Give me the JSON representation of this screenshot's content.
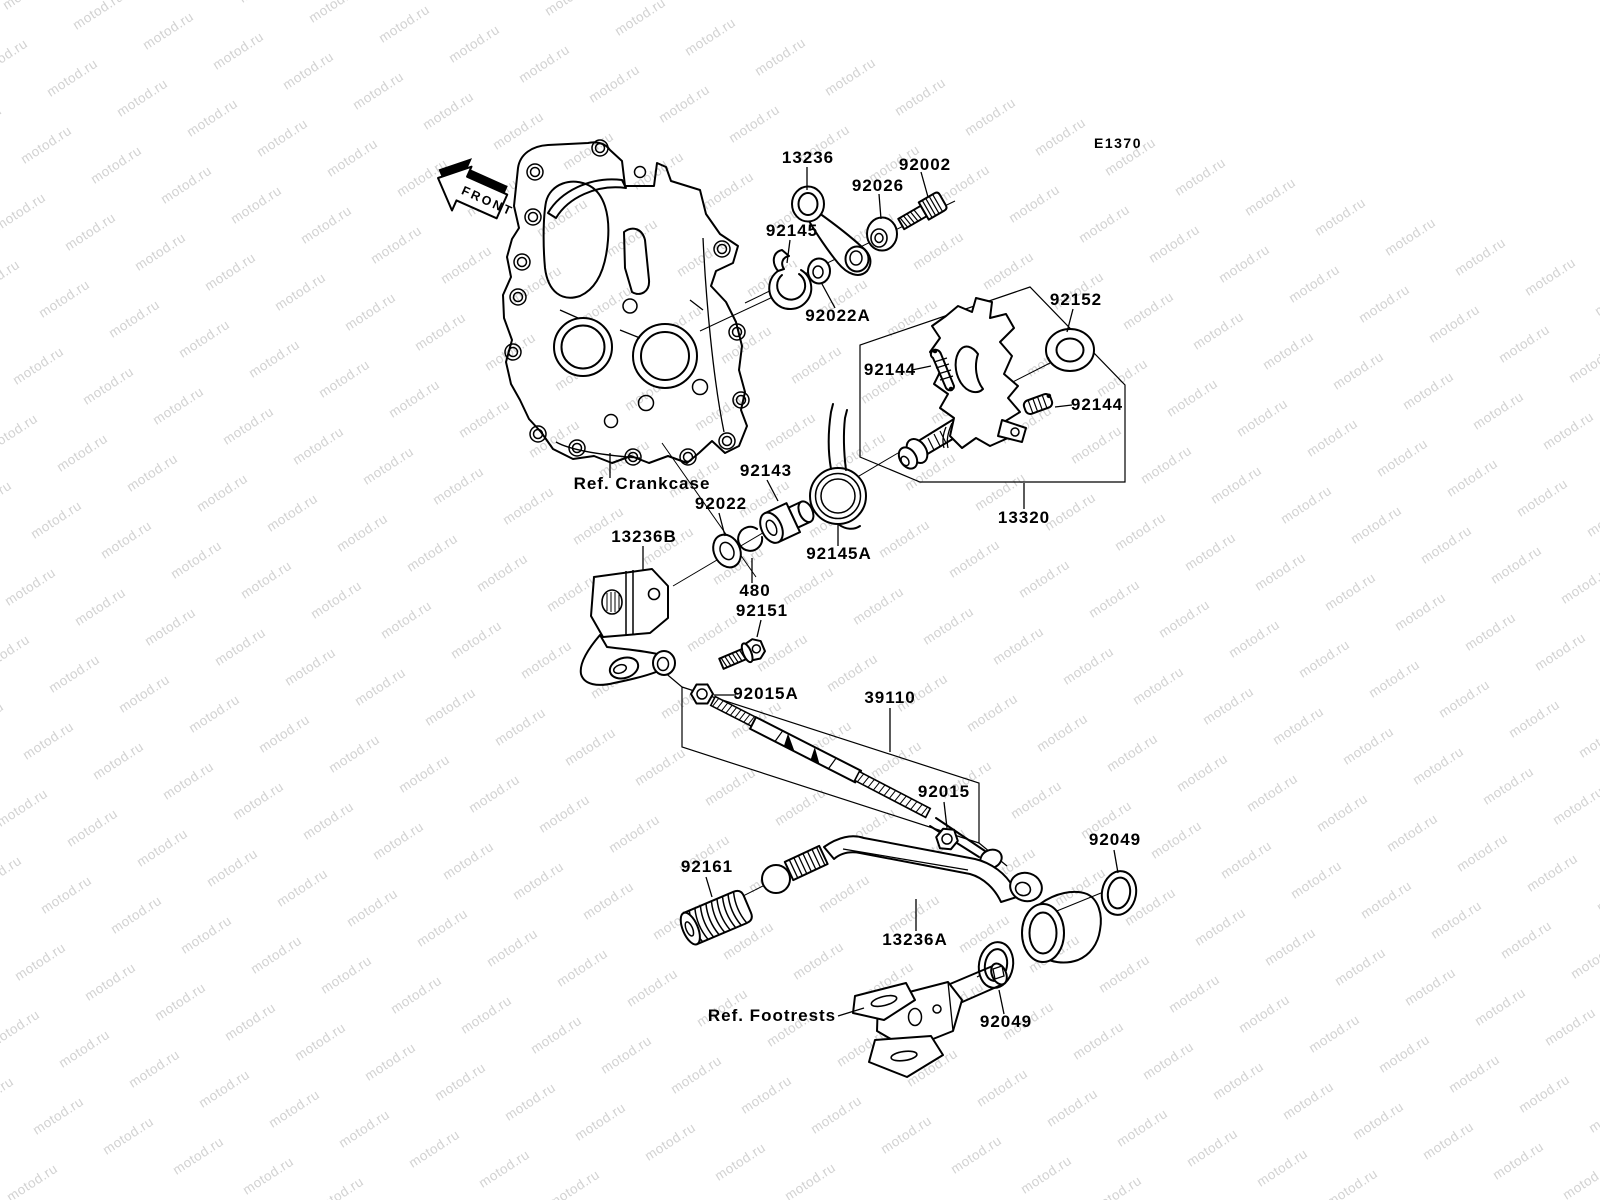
{
  "page": {
    "diagram_code": "E1370",
    "front_arrow_label": "FRONT",
    "background_color": "#ffffff",
    "line_color": "#000000"
  },
  "watermark": {
    "text": "motod.ru",
    "color": "#d2d2d2"
  },
  "references": [
    {
      "label": "Ref. Crankcase"
    },
    {
      "label": "Ref. Footrests"
    }
  ],
  "part_labels": [
    {
      "text": "13236"
    },
    {
      "text": "92026"
    },
    {
      "text": "92002"
    },
    {
      "text": "92145"
    },
    {
      "text": "92022A"
    },
    {
      "text": "92152"
    },
    {
      "text": "92144"
    },
    {
      "text": "92144"
    },
    {
      "text": "13320"
    },
    {
      "text": "92143"
    },
    {
      "text": "92145A"
    },
    {
      "text": "92022"
    },
    {
      "text": "13236B"
    },
    {
      "text": "480"
    },
    {
      "text": "92151"
    },
    {
      "text": "92015A"
    },
    {
      "text": "39110"
    },
    {
      "text": "92015"
    },
    {
      "text": "92161"
    },
    {
      "text": "13236A"
    },
    {
      "text": "92049"
    },
    {
      "text": "92049"
    }
  ]
}
